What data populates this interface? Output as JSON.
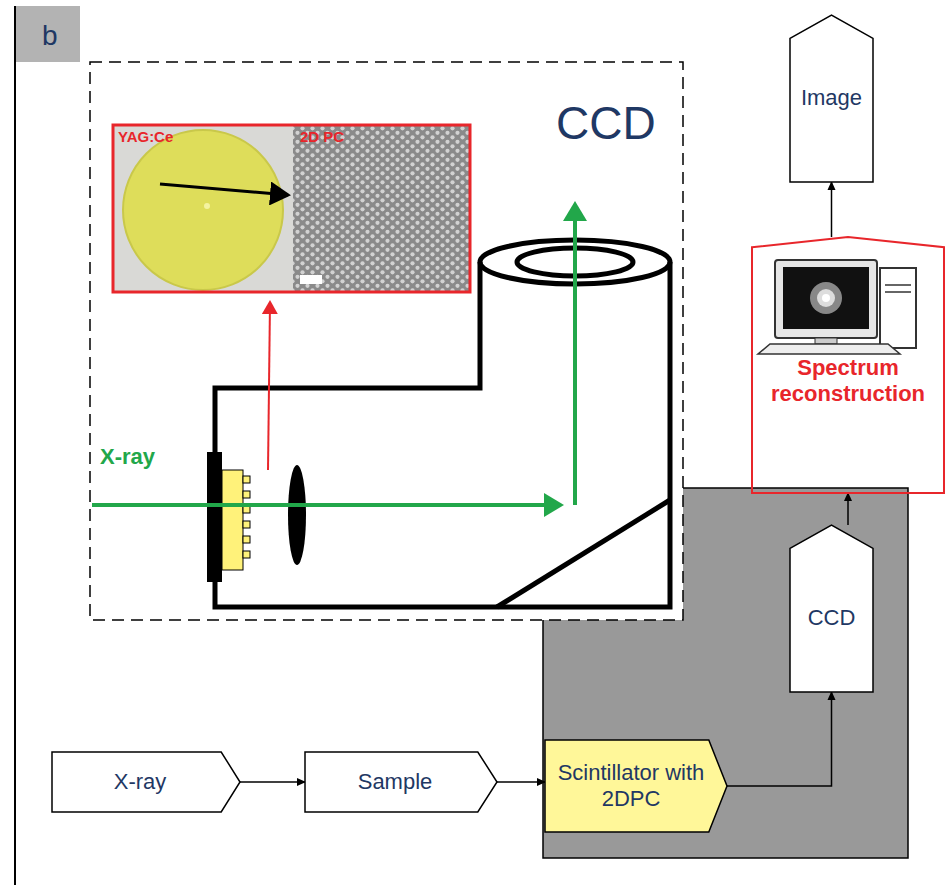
{
  "diagram": {
    "nodes": [
      {
        "text": [
          "X-ray"
        ]
      },
      {
        "text": [
          "Sample"
        ]
      },
      {
        "text": [
          "Scintillator with 2DPC"
        ]
      },
      {
        "text": [
          "CCD"
        ]
      },
      {
        "text": [
          "Spectrum reconstruction"
        ]
      },
      {
        "text": [
          "Image"
        ]
      }
    ],
    "edges": [
      {
        "from": 0,
        "to": 1,
        "arrow": "to"
      },
      {
        "from": 1,
        "to": 2,
        "arrow": "to"
      },
      {
        "from": 2,
        "to": 3,
        "arrow": "to"
      },
      {
        "from": 3,
        "to": 4,
        "arrow": "to"
      },
      {
        "from": 4,
        "to": 5,
        "arrow": "to"
      }
    ],
    "labels": [
      "b",
      "CCD",
      "YAG:Ce",
      "2D PC",
      "X-ray"
    ]
  }
}
